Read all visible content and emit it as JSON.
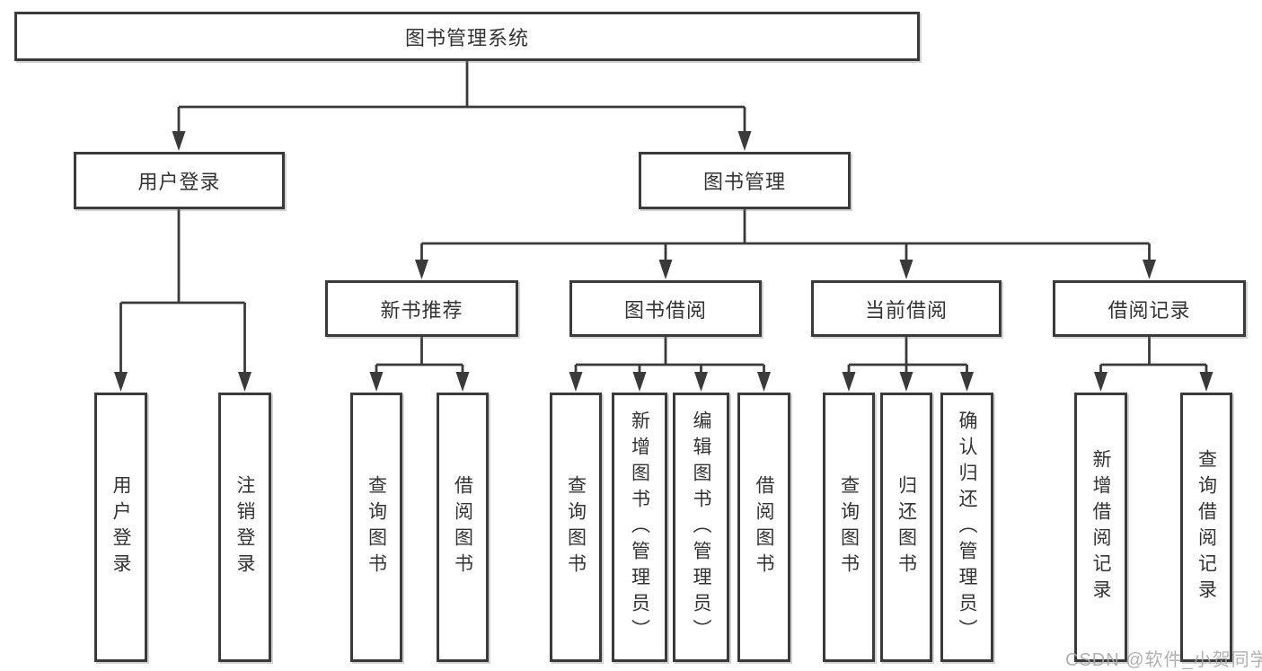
{
  "colors": {
    "background": "#ffffff",
    "line": "#3a3a3a",
    "box_border": "#3a3a3a",
    "text": "#333333",
    "watermark": "#a8a8a8"
  },
  "watermark": {
    "text": "CSDN @软件_小贺同学"
  },
  "tree": {
    "root": {
      "label": "图书管理系统",
      "children": [
        {
          "label": "用户登录",
          "children": [
            {
              "label": "用户登录"
            },
            {
              "label": "注销登录"
            }
          ]
        },
        {
          "label": "图书管理",
          "children": [
            {
              "label": "新书推荐",
              "children": [
                {
                  "label": "查询图书"
                },
                {
                  "label": "借阅图书"
                }
              ]
            },
            {
              "label": "图书借阅",
              "children": [
                {
                  "label": "查询图书"
                },
                {
                  "label": "新增图书（管理员）"
                },
                {
                  "label": "编辑图书（管理员）"
                },
                {
                  "label": "借阅图书"
                }
              ]
            },
            {
              "label": "当前借阅",
              "children": [
                {
                  "label": "查询图书"
                },
                {
                  "label": "归还图书"
                },
                {
                  "label": "确认归还（管理员）"
                }
              ]
            },
            {
              "label": "借阅记录",
              "children": [
                {
                  "label": "新增借阅记录"
                },
                {
                  "label": "查询借阅记录"
                }
              ]
            }
          ]
        }
      ]
    }
  }
}
